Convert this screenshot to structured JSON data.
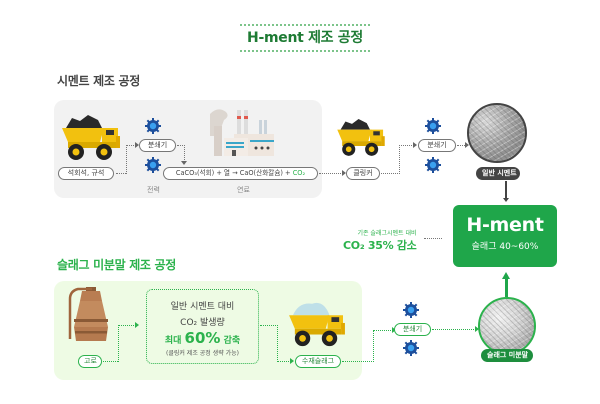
{
  "title": "H-ment 제조 공정",
  "cement_process": {
    "section_title": "시멘트 제조 공정",
    "raw_material_label": "석회석, 규석",
    "grinder_label": "분쇄기",
    "reaction_parts": {
      "prefix": "CaCO₃(석회) + 열 → CaO(산화칼슘) + ",
      "co2": "CO₂"
    },
    "power_caption": "전력",
    "fuel_caption": "연료",
    "clinker_label": "클링커",
    "grinder2_label": "분쇄기",
    "product_label": "일반 시멘트"
  },
  "hment": {
    "title": "H-ment",
    "subtitle": "슬래그 40~60%",
    "co2_note_small": "기존 슬래그시멘트 대비",
    "co2_note_big": "CO₂ 35% 감소"
  },
  "slag_process": {
    "section_title": "슬래그 미분말 제조 공정",
    "furnace_label": "고로",
    "info_box": {
      "line1": "일반 시멘트 대비",
      "line2": "CO₂ 발생량",
      "line3_prefix": "최대 ",
      "line3_big": "60%",
      "line3_suffix": " 감축",
      "line4": "(클링커 제조 공정 생략 가능)"
    },
    "slag_label": "수재슬래그",
    "grinder_label": "분쇄기",
    "product_label": "슬래그 미분말"
  },
  "colors": {
    "brand_green": "#1fa64a",
    "light_green_text": "#2bb24c",
    "title_green": "#1e7b34",
    "gear_blue": "#1d4f9c",
    "truck_yellow": "#f2c10f",
    "gray_panel": "#f2f2f2",
    "green_panel": "#eefbe4"
  },
  "icons": [
    "gear-icon",
    "dump-truck-icon",
    "factory-icon",
    "blast-furnace-icon",
    "cement-powder-icon",
    "slag-powder-icon"
  ]
}
